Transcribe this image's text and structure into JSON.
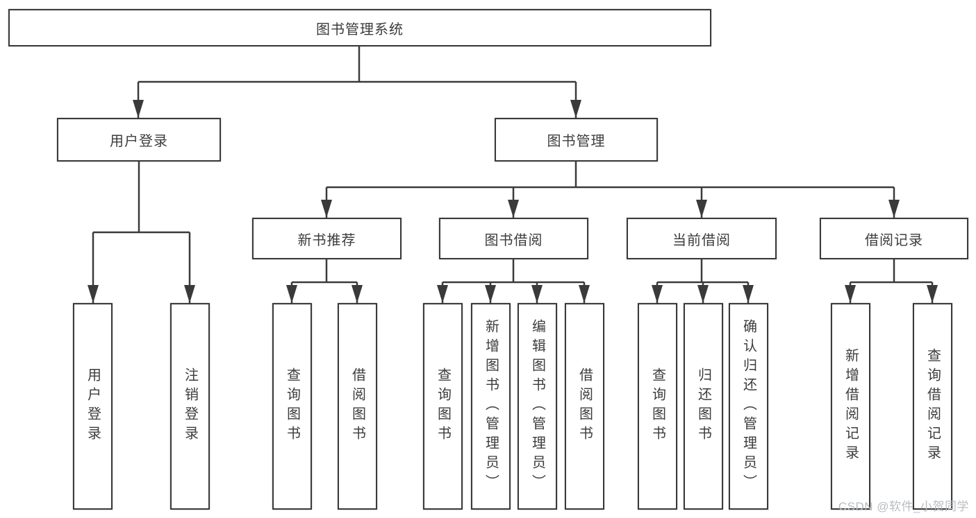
{
  "tree": {
    "label": "图书管理系统",
    "children": [
      {
        "label": "用户登录",
        "children": [
          {
            "label": "用户登录"
          },
          {
            "label": "注销登录"
          }
        ]
      },
      {
        "label": "图书管理",
        "children": [
          {
            "label": "新书推荐",
            "children": [
              {
                "label": "查询图书"
              },
              {
                "label": "借阅图书"
              }
            ]
          },
          {
            "label": "图书借阅",
            "children": [
              {
                "label": "查询图书"
              },
              {
                "label": "新增图书（管理员）"
              },
              {
                "label": "编辑图书（管理员）"
              },
              {
                "label": "借阅图书"
              }
            ]
          },
          {
            "label": "当前借阅",
            "children": [
              {
                "label": "查询图书"
              },
              {
                "label": "归还图书"
              },
              {
                "label": "确认归还（管理员）"
              }
            ]
          },
          {
            "label": "借阅记录",
            "children": [
              {
                "label": "新增借阅记录"
              },
              {
                "label": "查询借阅记录"
              }
            ]
          }
        ]
      }
    ]
  },
  "colors": {
    "line": "#3a3a3a",
    "box_border": "#3a3a3a",
    "text": "#3c3c3c",
    "background": "#ffffff",
    "watermark": "#b9bcbf"
  },
  "watermark": {
    "text": "CSDN @软件_小贺同学"
  }
}
